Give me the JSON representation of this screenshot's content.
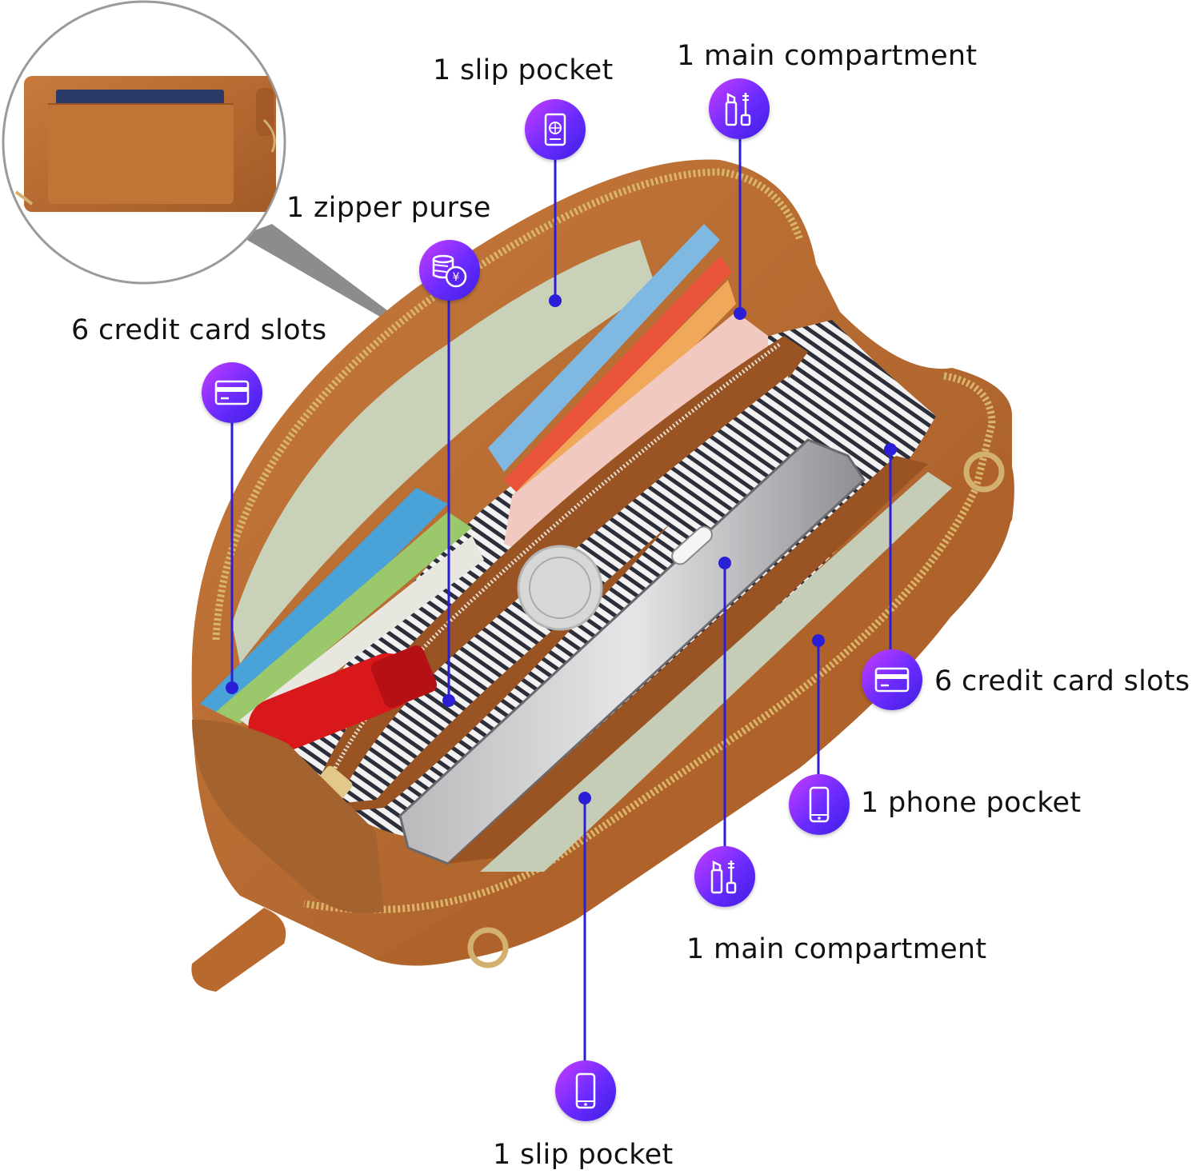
{
  "callouts": {
    "slip_pocket_top": "1 slip pocket",
    "main_compartment_top": "1 main compartment",
    "zipper_purse": "1 zipper purse",
    "credit_card_slots_left": "6 credit card slots",
    "credit_card_slots_right": "6 credit card slots",
    "phone_pocket": "1 phone pocket",
    "main_compartment_bottom": "1 main compartment",
    "slip_pocket_bottom": "1 slip pocket"
  },
  "icons": {
    "slip_pocket_top": "passport-icon",
    "main_compartment_top": "cosmetics-icon",
    "zipper_purse": "coins-icon",
    "credit_card_slots_left": "credit-card-icon",
    "credit_card_slots_right": "credit-card-icon",
    "phone_pocket": "phone-icon",
    "main_compartment_bottom": "cosmetics-icon",
    "slip_pocket_bottom": "phone-icon"
  },
  "colors": {
    "leather": "#b8682f",
    "leather_dark": "#8a4a1f",
    "zipper": "#d8b56a",
    "lining_stripe": "#2c2f3a",
    "leader_line": "#2a1fd6",
    "icon_gradient_start": "#c73dff",
    "icon_gradient_end": "#3d1fe0"
  }
}
